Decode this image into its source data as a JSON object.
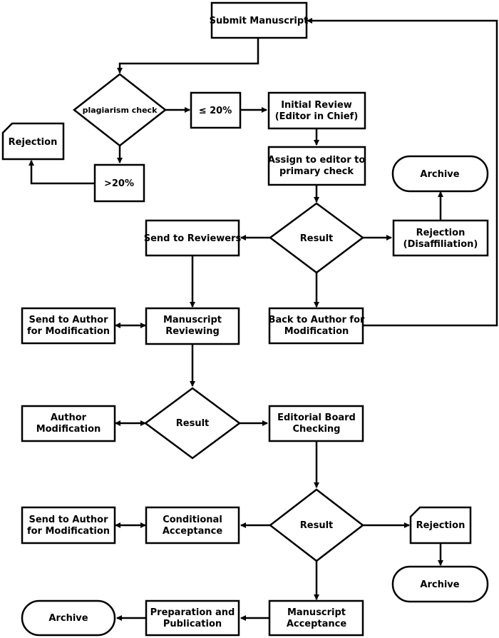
{
  "nodes": {
    "submit": "Submit Manuscript",
    "plagiarism": "plagiarism check",
    "le20": "≤ 20%",
    "gt20": ">20%",
    "rejection_top": "Rejection",
    "initial_review_1": "Initial Review",
    "initial_review_2": "(Editor in Chief)",
    "assign_1": "Assign to editor to",
    "assign_2": "primary check",
    "result1": "Result",
    "archive1": "Archive",
    "rejection_disaff_1": "Rejection",
    "rejection_disaff_2": "(Disaffiliation)",
    "send_reviewers": "Send to Reviewers",
    "send_author1_1": "Send to Author",
    "send_author1_2": "for Modification",
    "ms_reviewing_1": "Manuscript",
    "ms_reviewing_2": "Reviewing",
    "back_author_1": "Back to Author for",
    "back_author_2": "Modification",
    "author_mod_1": "Author",
    "author_mod_2": "Modification",
    "result2": "Result",
    "editorial_1": "Editorial Board",
    "editorial_2": "Checking",
    "send_author2_1": "Send to Author",
    "send_author2_2": "for Modification",
    "cond_accept_1": "Conditional",
    "cond_accept_2": "Acceptance",
    "result3": "Result",
    "rejection3": "Rejection",
    "archive2": "Archive",
    "archive3": "Archive",
    "prep_pub_1": "Preparation and",
    "prep_pub_2": "Publication",
    "ms_accept_1": "Manuscript",
    "ms_accept_2": "Acceptance"
  }
}
